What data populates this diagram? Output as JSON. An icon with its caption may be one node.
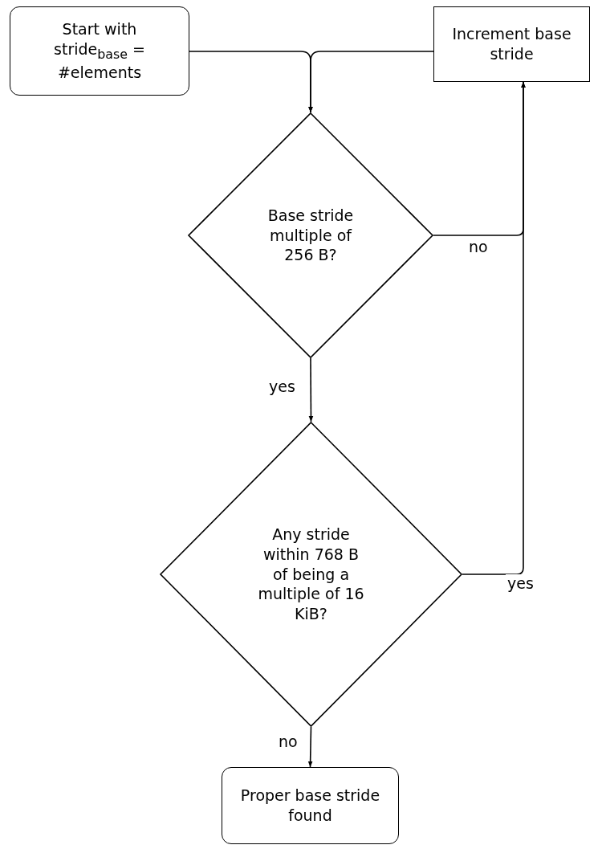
{
  "diagram": {
    "nodes": [
      {
        "text": [
          "Start with stride$_{base}$ = #elements"
        ]
      },
      {
        "text": [
          "Increment base stride"
        ]
      },
      {
        "text": [
          "Base stride multiple of 256 B?"
        ]
      },
      {
        "text": [
          "Any stride within 768 B of being a multiple of 16 KiB?"
        ]
      },
      {
        "text": [
          "Proper base stride found"
        ]
      }
    ],
    "edges": [
      {
        "from": 0,
        "to": 2,
        "arrow": "to"
      },
      {
        "from": 1,
        "to": 2,
        "arrow": "to"
      },
      {
        "from": 2,
        "to": 1,
        "arrow": "to",
        "label": "no"
      },
      {
        "from": 2,
        "to": 3,
        "arrow": "to",
        "label": "yes"
      },
      {
        "from": 3,
        "to": 1,
        "arrow": "to",
        "label": "yes"
      },
      {
        "from": 3,
        "to": 4,
        "arrow": "to",
        "label": "no"
      }
    ]
  }
}
